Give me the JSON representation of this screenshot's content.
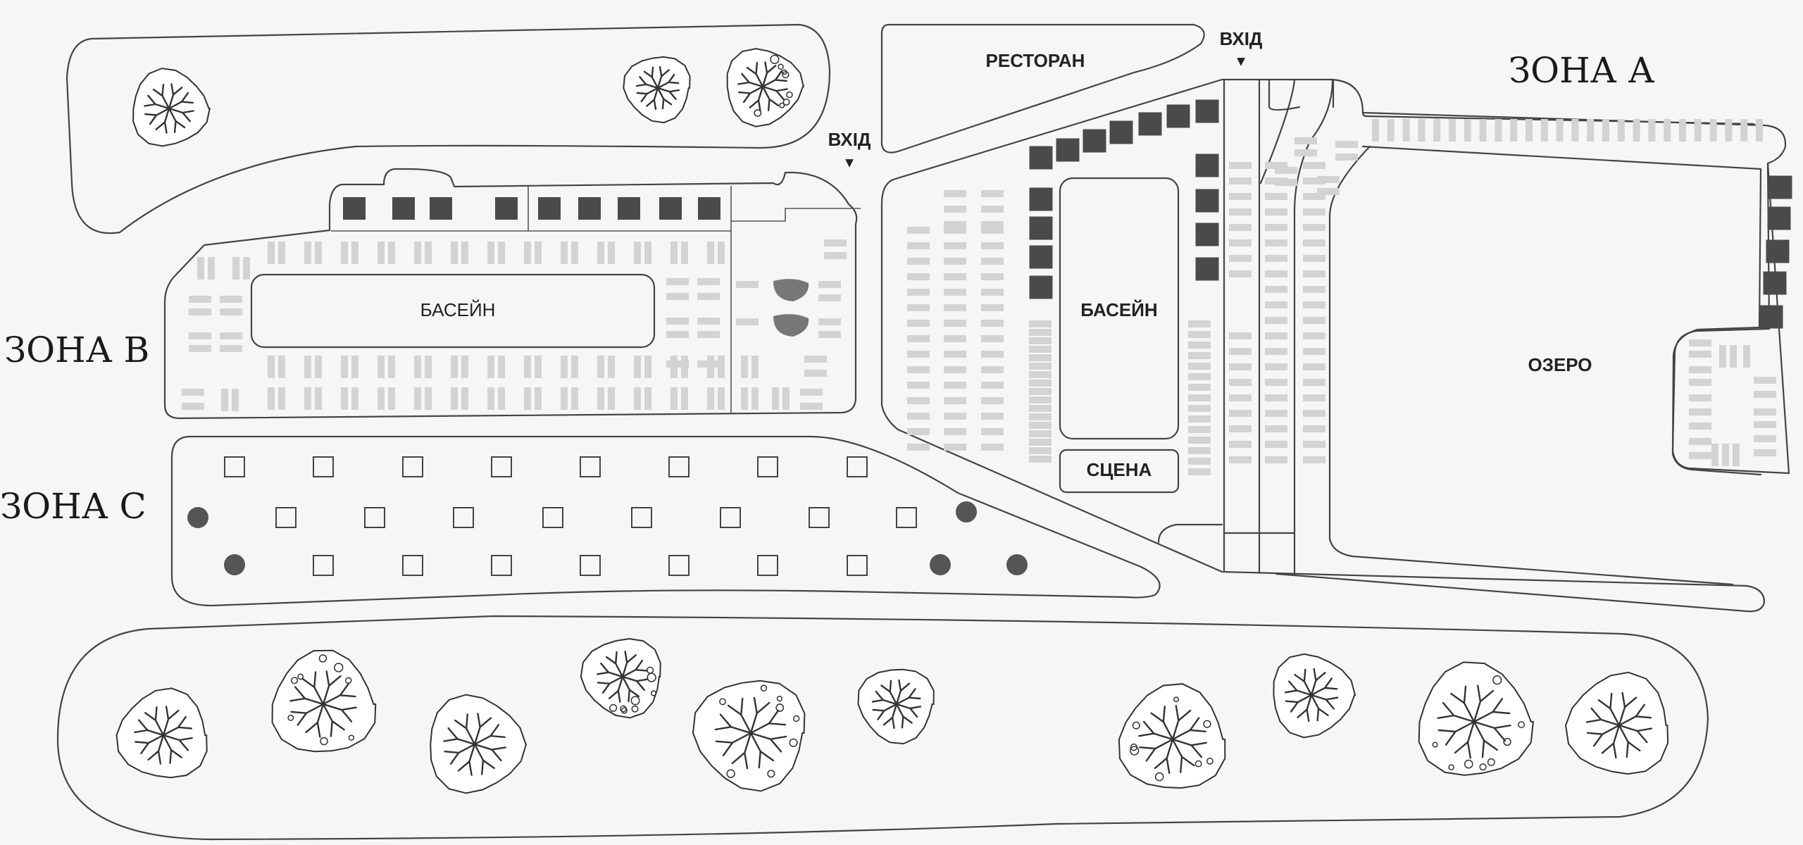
{
  "zones": {
    "a": "ЗОНА А",
    "b": "ЗОНА В",
    "c": "ЗОНА С"
  },
  "labels": {
    "pool_b": "БАСЕЙН",
    "pool_a": "БАСЕЙН",
    "restaurant": "РЕСТОРАН",
    "stage": "СЦЕНА",
    "lake": "ОЗЕРО",
    "entrance_left": "ВХІД",
    "entrance_right": "ВХІД",
    "entrance_marker": "▼"
  },
  "colors": {
    "background": "#f6f6f4",
    "outline": "#444444",
    "lounger": "#d3d3d3",
    "cabana": "#4a4a4a"
  },
  "icons": [
    "tree-icon",
    "lounger-icon",
    "cabana-icon",
    "table-icon",
    "round-table-icon",
    "entrance-arrow-icon"
  ]
}
